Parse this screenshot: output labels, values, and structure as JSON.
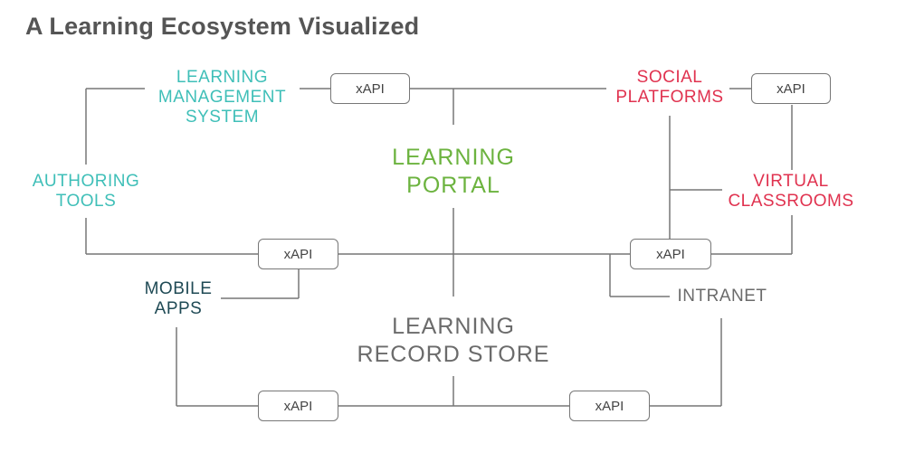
{
  "title": "A Learning Ecosystem Visualized",
  "nodes": {
    "lms": [
      "LEARNING",
      "MANAGEMENT",
      "SYSTEM"
    ],
    "social": [
      "SOCIAL",
      "PLATFORMS"
    ],
    "authoring": [
      "AUTHORING",
      "TOOLS"
    ],
    "portal": [
      "LEARNING",
      "PORTAL"
    ],
    "virtual": [
      "VIRTUAL",
      "CLASSROOMS"
    ],
    "mobile": [
      "MOBILE",
      "APPS"
    ],
    "intranet": "INTRANET",
    "lrs": [
      "LEARNING",
      "RECORD STORE"
    ]
  },
  "connector_label": "xAPI",
  "colors": {
    "teal": "#3fbfb8",
    "red": "#e0324f",
    "green": "#6cb33f",
    "navy": "#1f4a55",
    "gray": "#6b6b6b",
    "line": "#777777"
  }
}
